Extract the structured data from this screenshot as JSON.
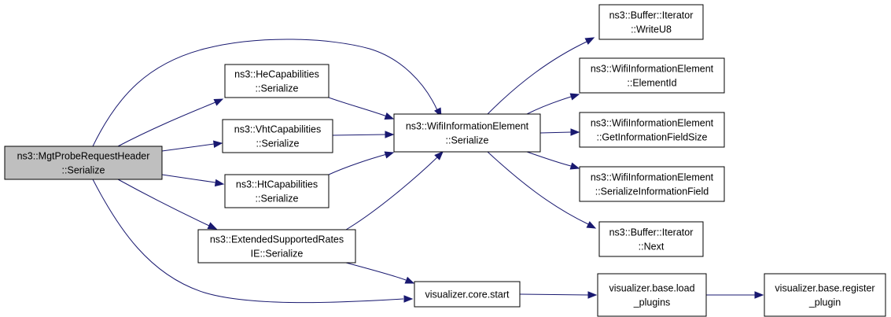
{
  "graph": {
    "nodes": [
      {
        "id": "root",
        "lines": [
          "ns3::MgtProbeRequestHeader",
          "::Serialize"
        ],
        "highlighted": true
      },
      {
        "id": "he",
        "lines": [
          "ns3::HeCapabilities",
          "::Serialize"
        ]
      },
      {
        "id": "vht",
        "lines": [
          "ns3::VhtCapabilities",
          "::Serialize"
        ]
      },
      {
        "id": "ht",
        "lines": [
          "ns3::HtCapabilities",
          "::Serialize"
        ]
      },
      {
        "id": "ext",
        "lines": [
          "ns3::ExtendedSupportedRates",
          "IE::Serialize"
        ]
      },
      {
        "id": "wie",
        "lines": [
          "ns3::WifiInformationElement",
          "::Serialize"
        ]
      },
      {
        "id": "vstart",
        "lines": [
          "visualizer.core.start"
        ]
      },
      {
        "id": "wu8",
        "lines": [
          "ns3::Buffer::Iterator",
          "::WriteU8"
        ]
      },
      {
        "id": "eid",
        "lines": [
          "ns3::WifiInformationElement",
          "::ElementId"
        ]
      },
      {
        "id": "gifs",
        "lines": [
          "ns3::WifiInformationElement",
          "::GetInformationFieldSize"
        ]
      },
      {
        "id": "sif",
        "lines": [
          "ns3::WifiInformationElement",
          "::SerializeInformationField"
        ]
      },
      {
        "id": "next",
        "lines": [
          "ns3::Buffer::Iterator",
          "::Next"
        ]
      },
      {
        "id": "load",
        "lines": [
          "visualizer.base.load",
          "_plugins"
        ]
      },
      {
        "id": "reg",
        "lines": [
          "visualizer.base.register",
          "_plugin"
        ]
      }
    ],
    "edges": [
      {
        "from": "root",
        "to": "wie"
      },
      {
        "from": "root",
        "to": "he"
      },
      {
        "from": "root",
        "to": "vht"
      },
      {
        "from": "root",
        "to": "ht"
      },
      {
        "from": "root",
        "to": "ext"
      },
      {
        "from": "root",
        "to": "vstart"
      },
      {
        "from": "he",
        "to": "wie"
      },
      {
        "from": "vht",
        "to": "wie"
      },
      {
        "from": "ht",
        "to": "wie"
      },
      {
        "from": "ext",
        "to": "wie"
      },
      {
        "from": "ext",
        "to": "vstart"
      },
      {
        "from": "wie",
        "to": "wu8"
      },
      {
        "from": "wie",
        "to": "eid"
      },
      {
        "from": "wie",
        "to": "gifs"
      },
      {
        "from": "wie",
        "to": "sif"
      },
      {
        "from": "wie",
        "to": "next"
      },
      {
        "from": "vstart",
        "to": "load"
      },
      {
        "from": "load",
        "to": "reg"
      }
    ],
    "colors": {
      "edge": "#191970",
      "root_fill": "#bfbfbf",
      "node_fill": "#ffffff",
      "border": "#000000"
    }
  }
}
